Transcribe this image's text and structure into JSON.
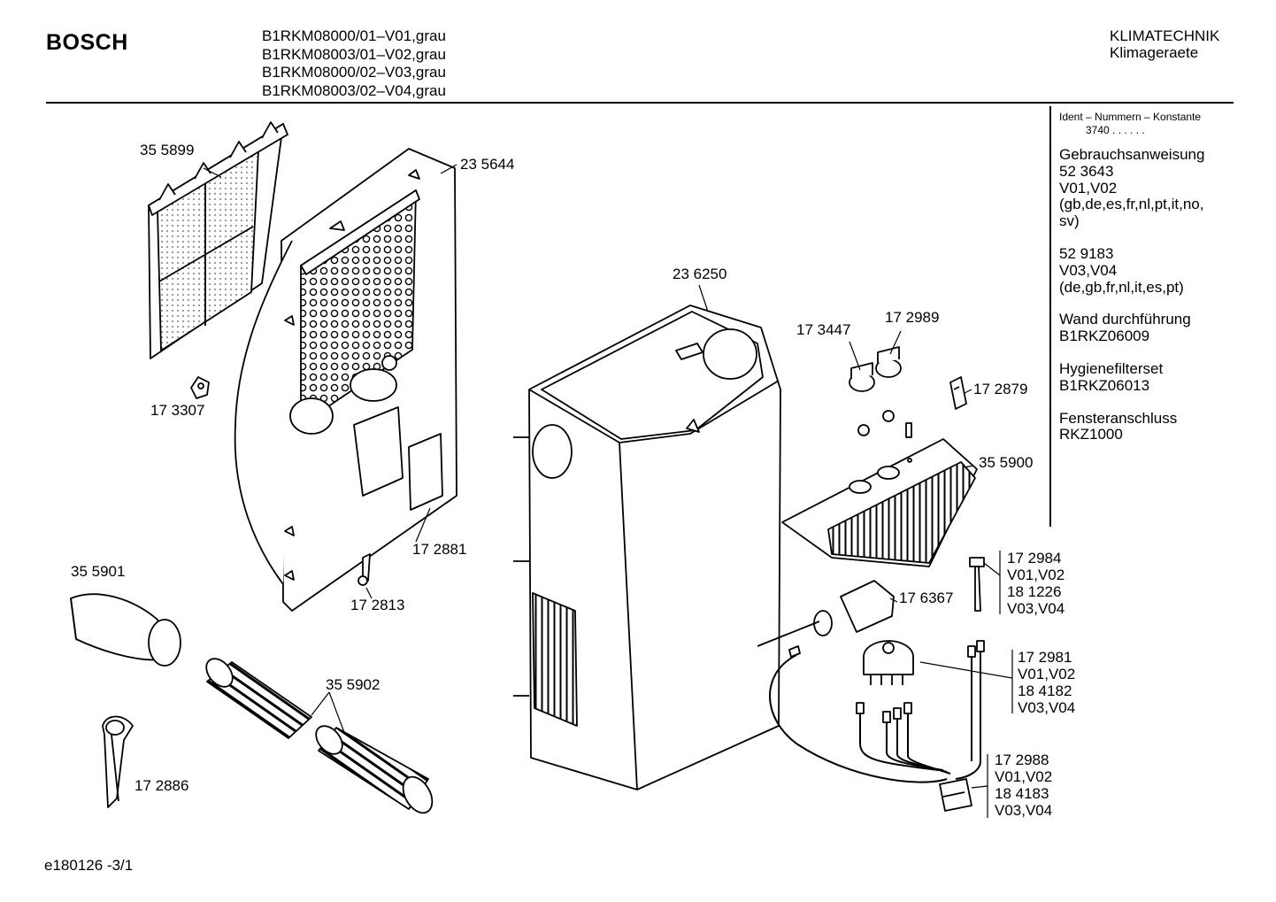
{
  "header": {
    "brand": "BOSCH",
    "models": [
      "B1RKM08000/01–V01,grau",
      "B1RKM08003/01–V02,grau",
      "B1RKM08000/02–V03,grau",
      "B1RKM08003/02–V04,grau"
    ],
    "category": "KLIMATECHNIK",
    "subcategory": "Klimageraete"
  },
  "side_panel": {
    "ident_heading": "Ident – Nummern – Konstante",
    "ident_value": "3740 .  .  .  .  .  .",
    "blocks": [
      [
        "Gebrauchsanweisung",
        "52 3643",
        "V01,V02",
        "(gb,de,es,fr,nl,pt,it,no,",
        "sv)"
      ],
      [
        "52 9183",
        "V03,V04",
        "(de,gb,fr,nl,it,es,pt)"
      ],
      [
        "Wand durchführung",
        "B1RKZ06009"
      ],
      [
        "Hygienefilterset",
        "B1RKZ06013"
      ],
      [
        "Fensteranschluss",
        "RKZ1000"
      ]
    ]
  },
  "parts": {
    "p355899": "35 5899",
    "p235644": "23 5644",
    "p236250": "23 6250",
    "p173307": "17 3307",
    "p172881": "17 2881",
    "p172813": "17 2813",
    "p355901": "35 5901",
    "p355902": "35 5902",
    "p172886": "17 2886",
    "p173447": "17 3447",
    "p172989": "17 2989",
    "p172879": "17 2879",
    "p355900": "35 5900",
    "p176367": "17 6367",
    "group_a": [
      "17 2984",
      "V01,V02",
      "18 1226",
      "V03,V04"
    ],
    "group_b": [
      "17 2981",
      "V01,V02",
      "18 4182",
      "V03,V04"
    ],
    "group_c": [
      "17 2988",
      "V01,V02",
      "18 4183",
      "V03,V04"
    ]
  },
  "footer": {
    "code": "e180126 -3/1"
  }
}
